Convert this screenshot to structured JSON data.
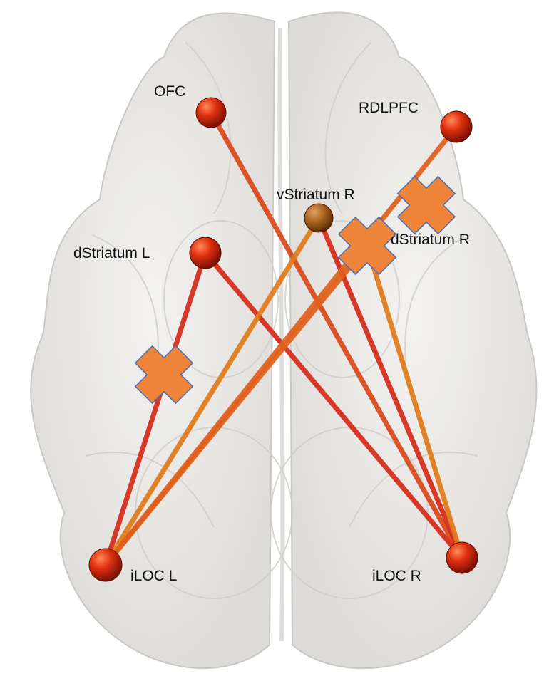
{
  "nodes": [
    {
      "id": "ofc",
      "label": "OFC",
      "color": "#d42a10"
    },
    {
      "id": "rdlpfc",
      "label": "RDLPFC",
      "color": "#d42a10"
    },
    {
      "id": "vstriatum_r",
      "label": "vStriatum R",
      "color": "#a8641e"
    },
    {
      "id": "dstriatum_l",
      "label": "dStriatum L",
      "color": "#d42a10"
    },
    {
      "id": "dstriatum_r",
      "label": "dStriatum R",
      "color": "#d42a10"
    },
    {
      "id": "iloc_l",
      "label": "iLOC L",
      "color": "#c42810"
    },
    {
      "id": "iloc_r",
      "label": "iLOC R",
      "color": "#b82810"
    }
  ],
  "edges": [
    {
      "from": "ofc",
      "to": "iloc_r",
      "color": "#d9481a",
      "blocked": false
    },
    {
      "from": "dstriatum_l",
      "to": "iloc_l",
      "color": "#d62a18",
      "blocked": true
    },
    {
      "from": "dstriatum_l",
      "to": "iloc_r",
      "color": "#d62a18",
      "blocked": false
    },
    {
      "from": "vstriatum_r",
      "to": "iloc_l",
      "color": "#e07a18",
      "blocked": false
    },
    {
      "from": "vstriatum_r",
      "to": "iloc_r",
      "color": "#d62a18",
      "blocked": false
    },
    {
      "from": "dstriatum_r",
      "to": "iloc_l",
      "color": "#e0601a",
      "blocked": true
    },
    {
      "from": "dstriatum_r",
      "to": "iloc_r",
      "color": "#e07a18",
      "blocked": false
    },
    {
      "from": "rdlpfc",
      "to": "iloc_l",
      "color": "#e0601a",
      "blocked": true
    }
  ],
  "legend_colors": {
    "block_marker": "#ee843a",
    "block_outline": "#4a6fb5"
  }
}
